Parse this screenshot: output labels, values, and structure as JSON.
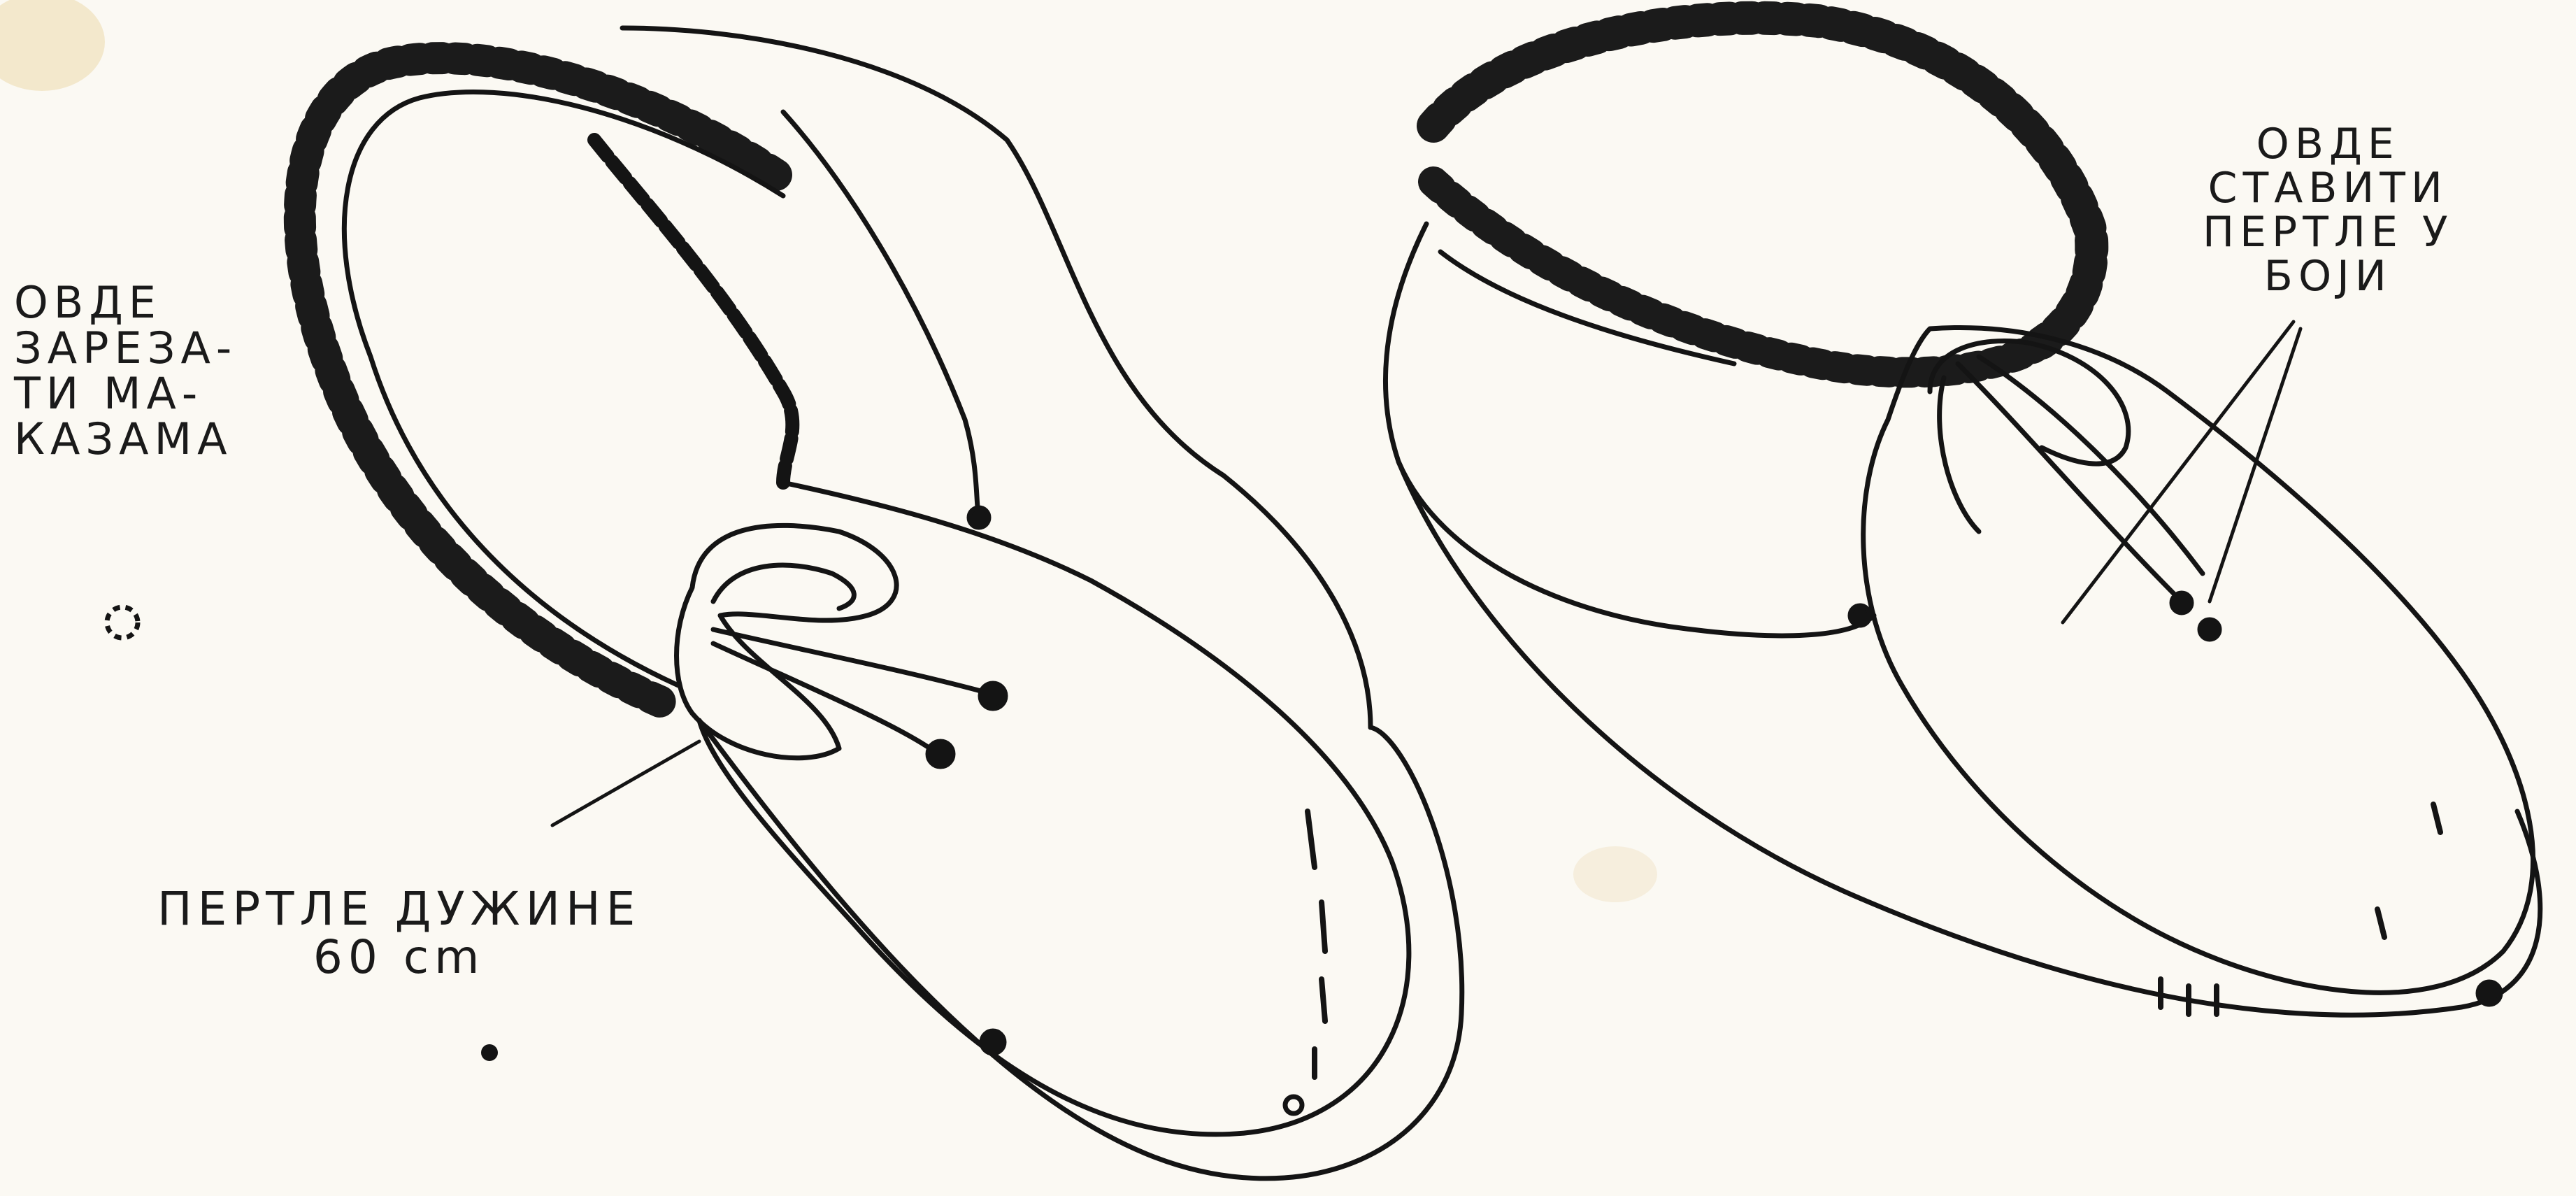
{
  "annotations": {
    "cut_here": "ОВДЕ\nЗАРЕЗА-\nТИ МА-\nКАЗАМА",
    "lace_length": "ПЕРТЛЕ ДУЖИНЕ\n60 cm",
    "place_laces": "ОВДЕ\nСТАВИТИ\nПЕРТЛЕ У\nБОЈИ"
  }
}
